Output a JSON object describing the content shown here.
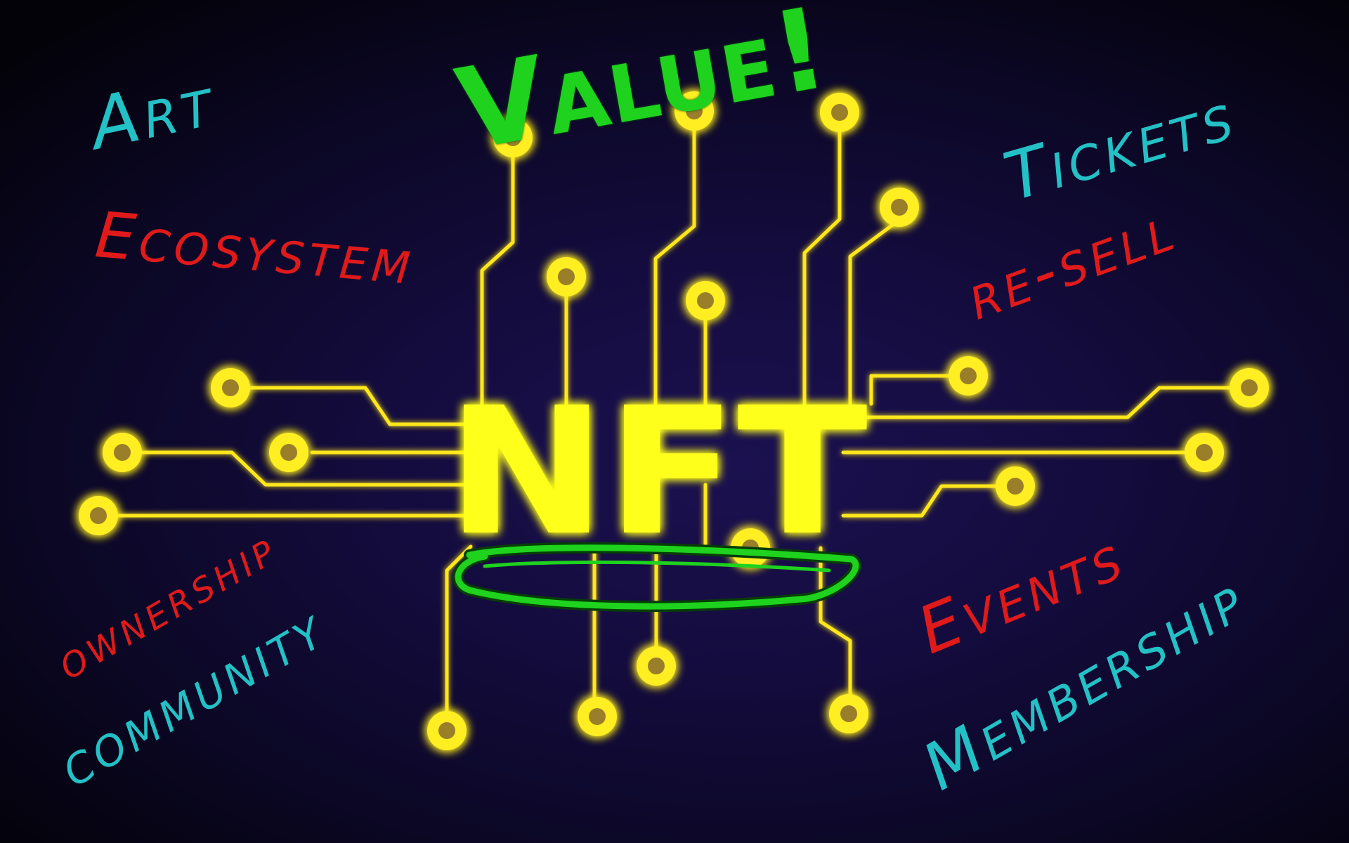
{
  "center": {
    "label": "NFT"
  },
  "headline": {
    "label": "Value!"
  },
  "words": {
    "art": "Art",
    "ecosystem": "Ecosystem",
    "tickets": "Tickets",
    "resell": "re-sell",
    "ownership": "ownership",
    "community": "community",
    "events": "Events",
    "membership": "Membership"
  },
  "colors": {
    "background": "#140c3e",
    "circuit": "#ffe71a",
    "nft_text": "#ffff1e",
    "underline": "#1ed21e",
    "cyan_words": "#23c1c6",
    "red_words": "#e01a1a",
    "green_words": "#1ed21e"
  }
}
